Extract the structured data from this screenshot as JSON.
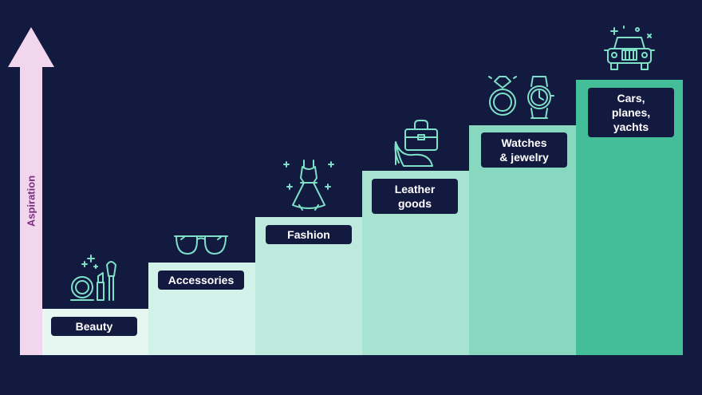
{
  "axis": {
    "label": "Aspiration"
  },
  "steps": [
    {
      "label": "Beauty",
      "icon": "cosmetics-icon",
      "color": "#E6F7F1"
    },
    {
      "label": "Accessories",
      "icon": "sunglasses-icon",
      "color": "#D2F1E8"
    },
    {
      "label": "Fashion",
      "icon": "dress-icon",
      "color": "#BDEADC"
    },
    {
      "label": "Leather goods",
      "icon": "handbag-shoe-icon",
      "color": "#A8E3D1"
    },
    {
      "label": "Watches & jewelry",
      "icon": "ring-watch-icon",
      "color": "#88D8C0"
    },
    {
      "label": "Cars, planes, yachts",
      "icon": "car-icon",
      "color": "#44BE98"
    }
  ],
  "colors": {
    "background": "#131A40",
    "arrow": "#F2D6EE",
    "axis_text": "#7A2E7E",
    "icon_stroke": "#7FE0C8"
  }
}
